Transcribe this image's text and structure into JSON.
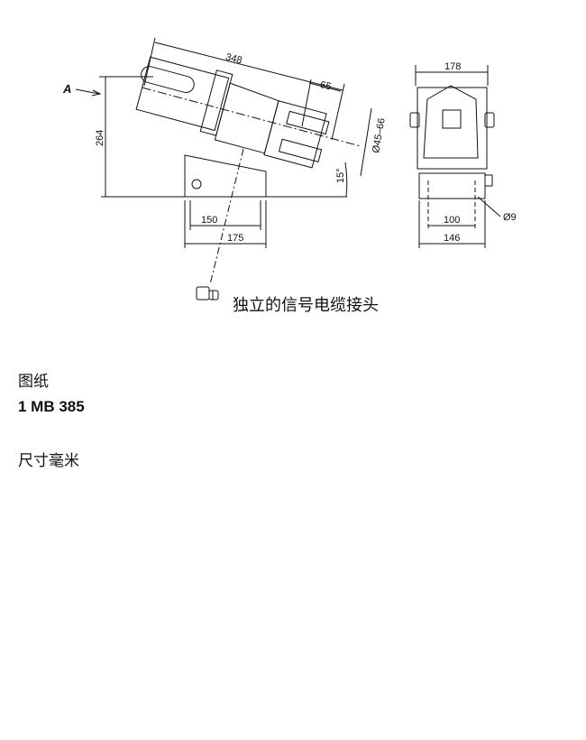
{
  "drawing": {
    "side_view": {
      "view_arrow": "A",
      "dim_length": "348",
      "dim_end": "65",
      "dim_height": "264",
      "dim_diameter": "Ø45–66",
      "dim_angle": "15°",
      "dim_base_inner": "150",
      "dim_base_outer": "175"
    },
    "front_view": {
      "dim_width": "178",
      "dim_hole_spacing": "100",
      "dim_base_width": "146",
      "dim_hole": "Ø9"
    },
    "connector_label": "独立的信号电缆接头"
  },
  "caption": {
    "drawing_label": "图纸",
    "drawing_number": "1 MB 385",
    "units": "尺寸毫米"
  }
}
